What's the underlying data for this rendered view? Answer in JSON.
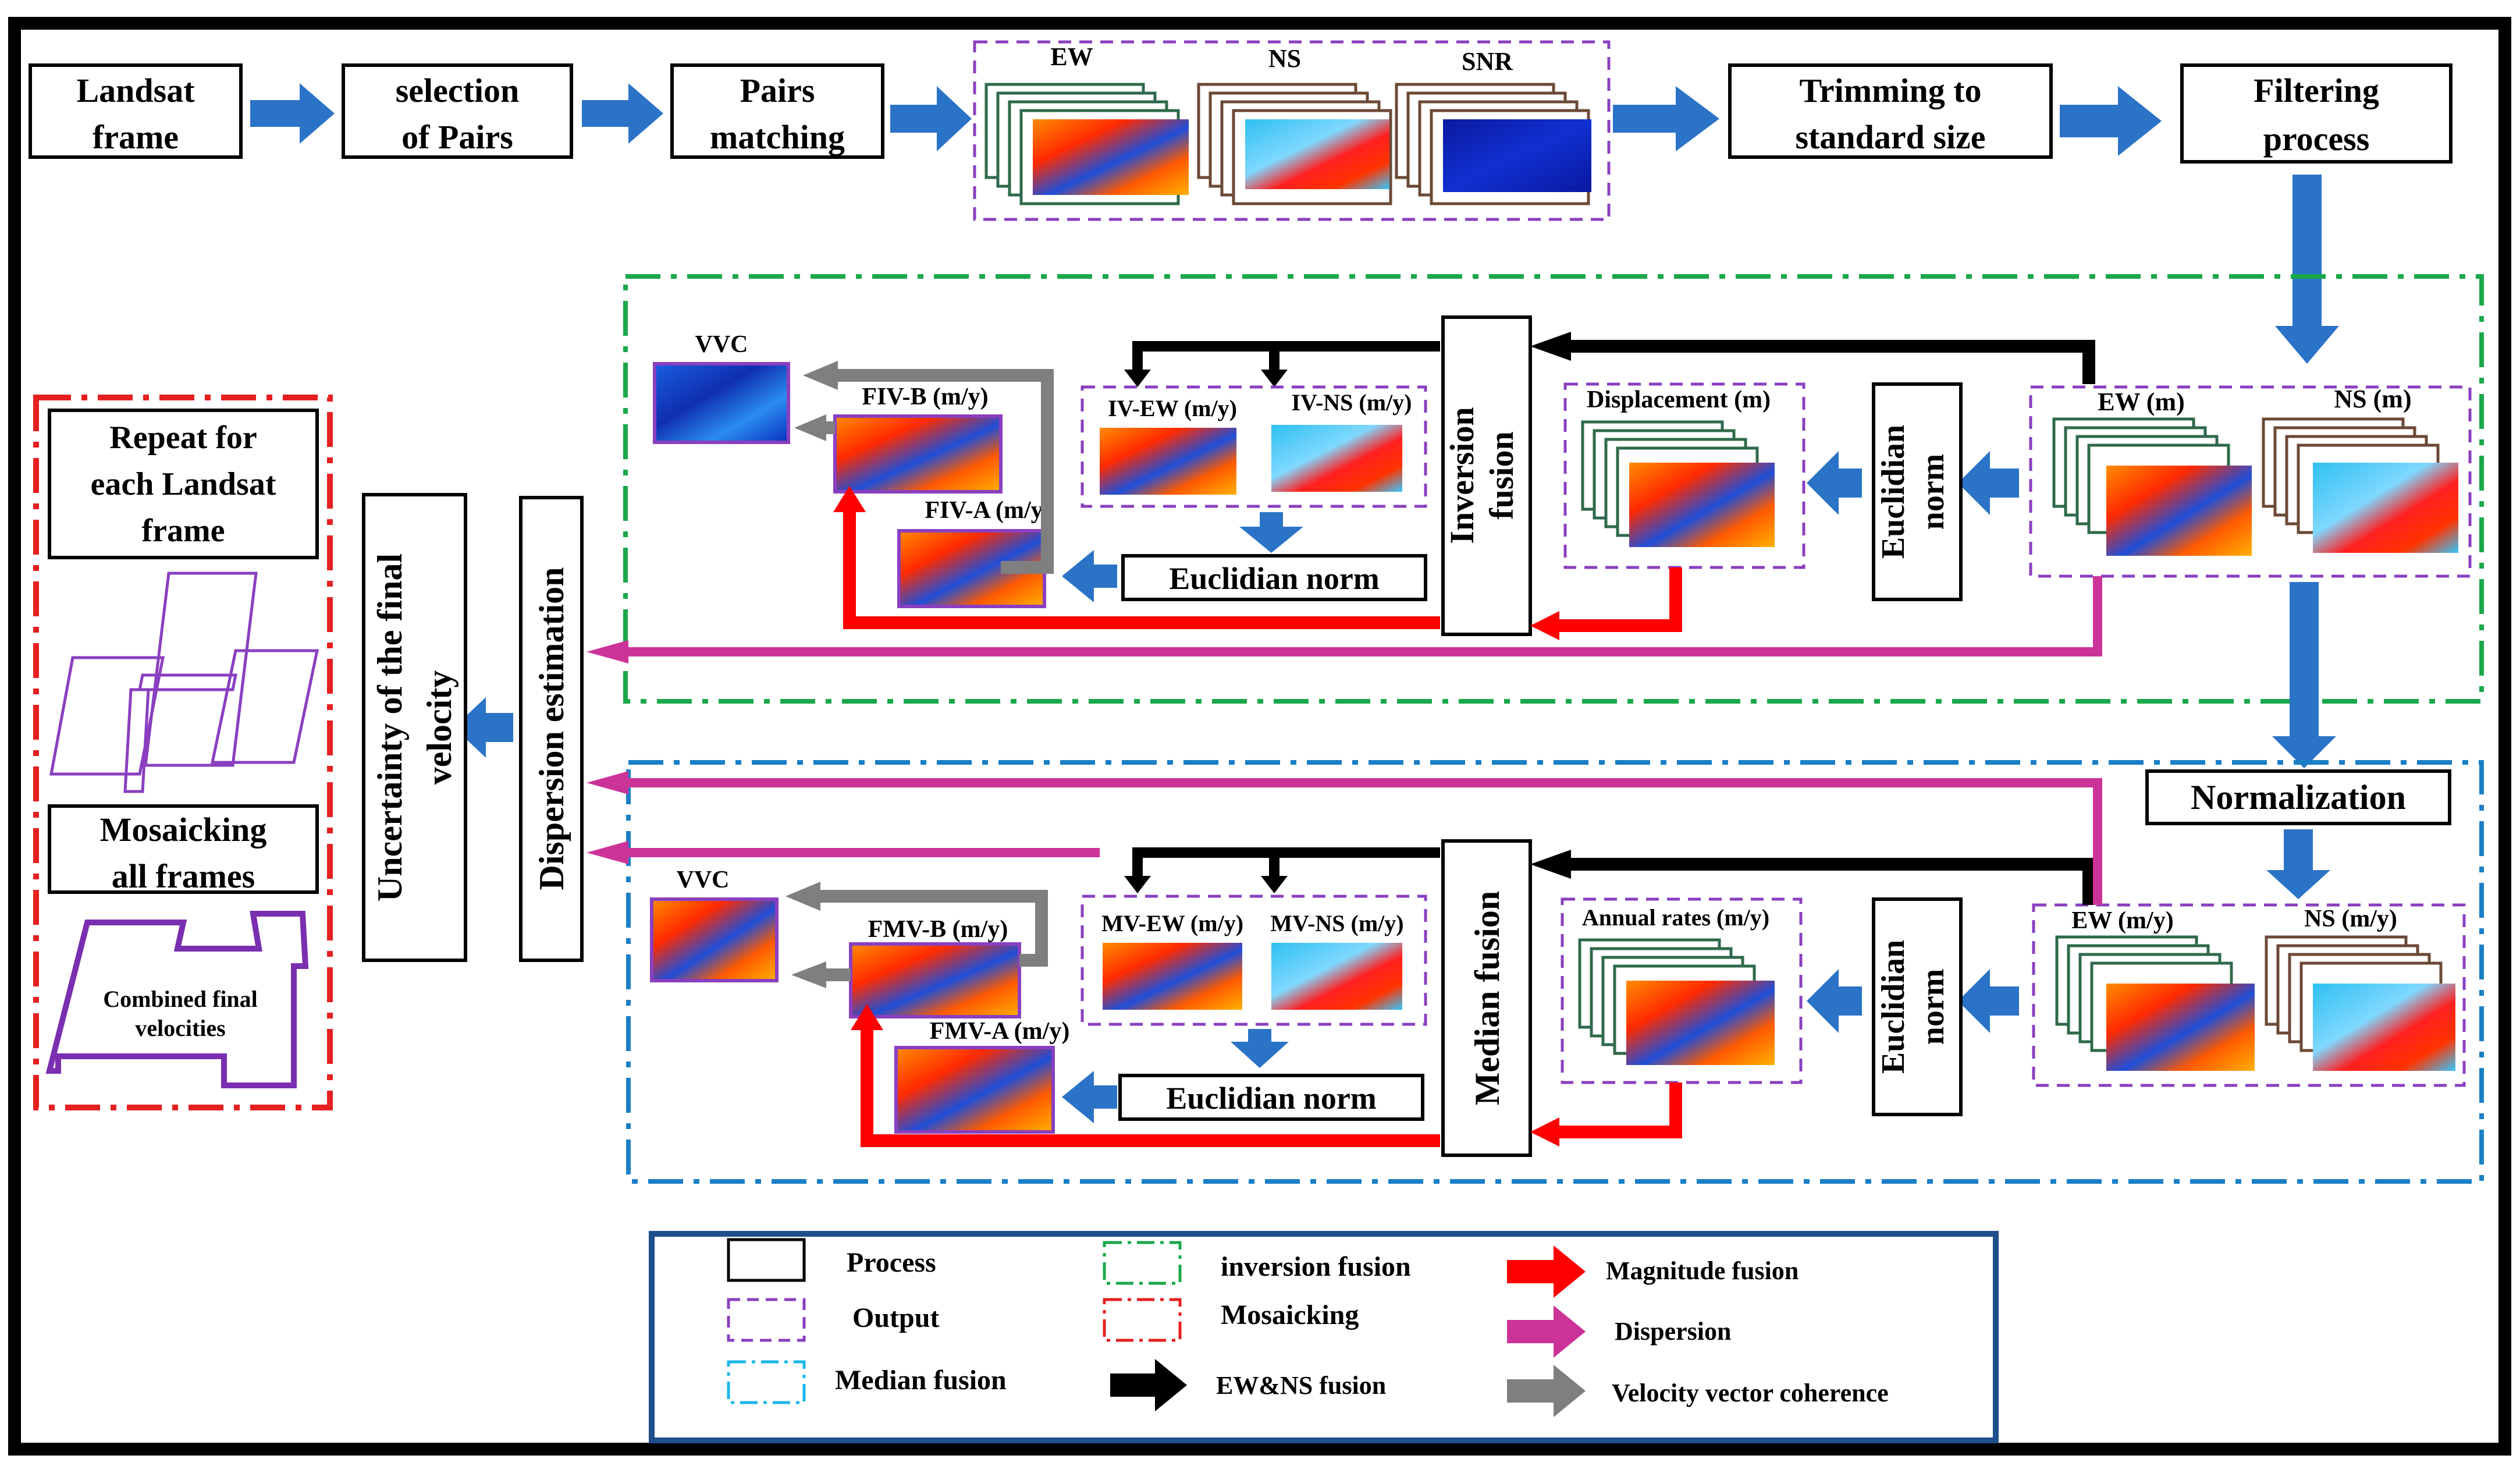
{
  "processes": {
    "landsat_frame": [
      "Landsat",
      "frame"
    ],
    "selection_pairs": [
      "selection",
      "of Pairs"
    ],
    "pairs_matching": [
      "Pairs",
      "matching"
    ],
    "trimming": [
      "Trimming to",
      "standard size"
    ],
    "filtering": [
      "Filtering",
      "process"
    ],
    "inversion_fusion": [
      "Inversion",
      "fusion"
    ],
    "euclidian_norm_vertical": [
      "Euclidian",
      "norm"
    ],
    "euclidian_norm": "Euclidian norm",
    "normalization": "Normalization",
    "median_fusion": "Median fusion",
    "dispersion_estimation": "Dispersion estimation",
    "uncertainty": [
      "Uncertainty of the final",
      "velocity"
    ],
    "repeat": [
      "Repeat for",
      "each Landsat",
      "frame"
    ],
    "mosaicking": [
      "Mosaicking",
      "all frames"
    ]
  },
  "outputs": {
    "ew": "EW",
    "ns": "NS",
    "snr": "SNR",
    "ew_m": "EW (m)",
    "ns_m": "NS (m)",
    "displacement": "Displacement (m)",
    "iv_ew": "IV-EW (m/y)",
    "iv_ns": "IV-NS (m/y)",
    "fiv_b": "FIV-B (m/y)",
    "fiv_a": "FIV-A (m/y)",
    "vvc": "VVC",
    "ew_my": "EW (m/y)",
    "ns_my": "NS (m/y)",
    "annual_rates": "Annual rates  (m/y)",
    "mv_ew": "MV-EW (m/y)",
    "mv_ns": "MV-NS (m/y)",
    "fmv_b": "FMV-B (m/y)",
    "fmv_a": "FMV-A (m/y)",
    "combined": [
      "Combined final",
      "velocities"
    ]
  },
  "legend": {
    "process": "Process",
    "output": "Output",
    "median_fusion": "Median fusion",
    "inversion_fusion": "inversion fusion",
    "mosaicking": "Mosaicking",
    "ewns_fusion": "EW&NS fusion",
    "magnitude_fusion": "Magnitude fusion",
    "dispersion": "Dispersion",
    "vvc": "Velocity vector coherence"
  },
  "colors": {
    "flow_arrow": "#2b73c7",
    "magnitude": "#ff0000",
    "dispersion": "#cc3399",
    "vvc": "#7f7f7f",
    "ewns": "#000000",
    "output": "#8a3fc0",
    "inversion_region": "#1aa84a",
    "median_region": "#1b7fc6",
    "mosaic_region": "#e62020",
    "legend_frame": "#1f4e8c",
    "stack_green": "#2f6a4a",
    "stack_brown": "#6b4a36"
  }
}
